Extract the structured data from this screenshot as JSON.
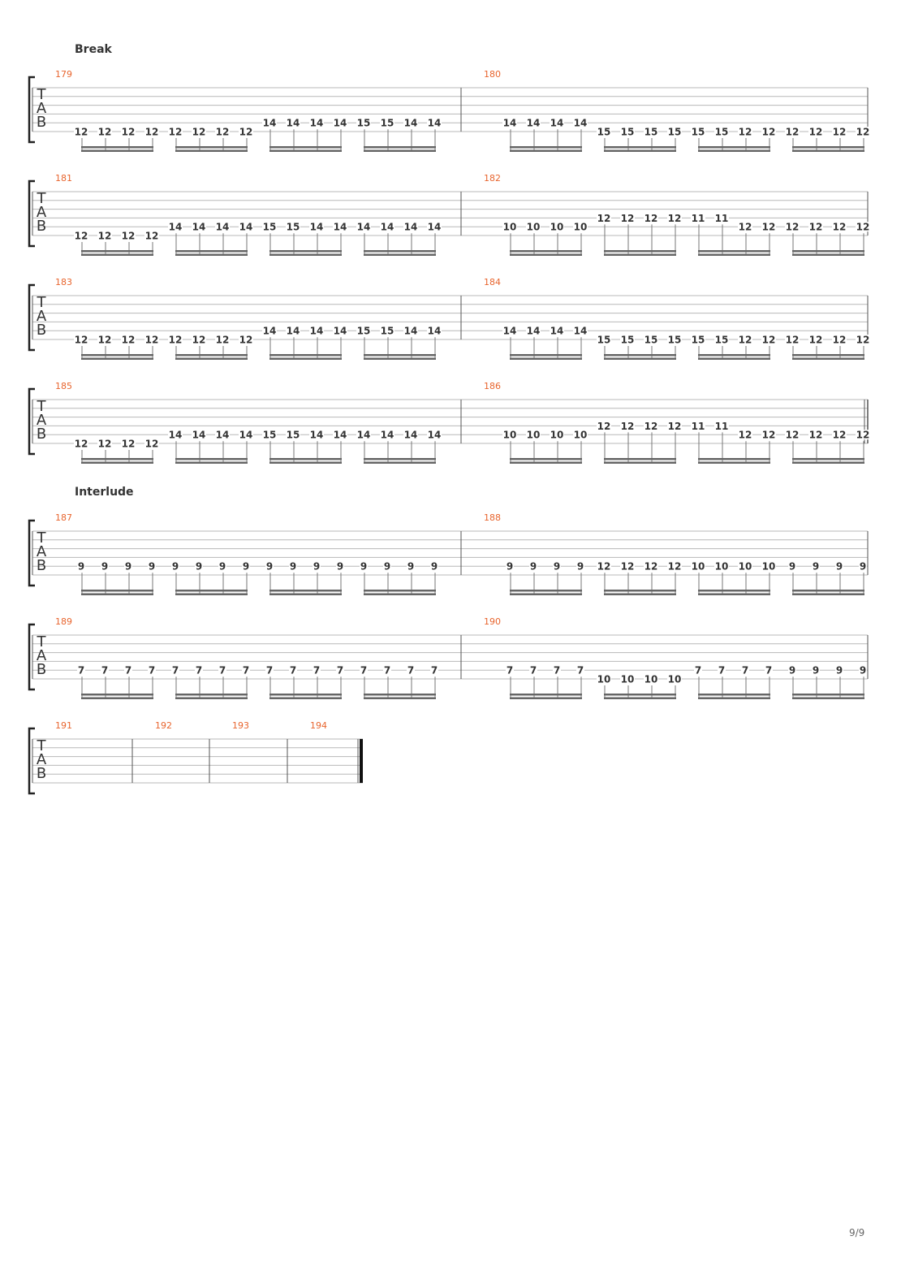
{
  "sections": [
    {
      "label": "Break"
    },
    {
      "label": "Interlude"
    }
  ],
  "tab_clef": [
    "T",
    "A",
    "B"
  ],
  "colors": {
    "measure_number": "#e8652e",
    "staff_line": "#b8b8b8",
    "note": "#333333",
    "beam": "#666666"
  },
  "systems": [
    {
      "section": 0,
      "measures": [
        {
          "number": "179",
          "groups": [
            [
              [
                6,
                "12"
              ],
              [
                6,
                "12"
              ],
              [
                6,
                "12"
              ],
              [
                6,
                "12"
              ]
            ],
            [
              [
                6,
                "12"
              ],
              [
                6,
                "12"
              ],
              [
                6,
                "12"
              ],
              [
                6,
                "12"
              ]
            ],
            [
              [
                5,
                "14"
              ],
              [
                5,
                "14"
              ],
              [
                5,
                "14"
              ],
              [
                5,
                "14"
              ]
            ],
            [
              [
                5,
                "15"
              ],
              [
                5,
                "15"
              ],
              [
                5,
                "14"
              ],
              [
                5,
                "14"
              ]
            ]
          ]
        },
        {
          "number": "180",
          "groups": [
            [
              [
                5,
                "14"
              ],
              [
                5,
                "14"
              ],
              [
                5,
                "14"
              ],
              [
                5,
                "14"
              ]
            ],
            [
              [
                6,
                "15"
              ],
              [
                6,
                "15"
              ],
              [
                6,
                "15"
              ],
              [
                6,
                "15"
              ]
            ],
            [
              [
                6,
                "15"
              ],
              [
                6,
                "15"
              ],
              [
                6,
                "12"
              ],
              [
                6,
                "12"
              ]
            ],
            [
              [
                6,
                "12"
              ],
              [
                6,
                "12"
              ],
              [
                6,
                "12"
              ],
              [
                6,
                "12"
              ]
            ]
          ]
        }
      ],
      "end": "single"
    },
    {
      "measures": [
        {
          "number": "181",
          "groups": [
            [
              [
                6,
                "12"
              ],
              [
                6,
                "12"
              ],
              [
                6,
                "12"
              ],
              [
                6,
                "12"
              ]
            ],
            [
              [
                5,
                "14"
              ],
              [
                5,
                "14"
              ],
              [
                5,
                "14"
              ],
              [
                5,
                "14"
              ]
            ],
            [
              [
                5,
                "15"
              ],
              [
                5,
                "15"
              ],
              [
                5,
                "14"
              ],
              [
                5,
                "14"
              ]
            ],
            [
              [
                5,
                "14"
              ],
              [
                5,
                "14"
              ],
              [
                5,
                "14"
              ],
              [
                5,
                "14"
              ]
            ]
          ]
        },
        {
          "number": "182",
          "groups": [
            [
              [
                5,
                "10"
              ],
              [
                5,
                "10"
              ],
              [
                5,
                "10"
              ],
              [
                5,
                "10"
              ]
            ],
            [
              [
                4,
                "12"
              ],
              [
                4,
                "12"
              ],
              [
                4,
                "12"
              ],
              [
                4,
                "12"
              ]
            ],
            [
              [
                4,
                "11"
              ],
              [
                4,
                "11"
              ],
              [
                5,
                "12"
              ],
              [
                5,
                "12"
              ]
            ],
            [
              [
                5,
                "12"
              ],
              [
                5,
                "12"
              ],
              [
                5,
                "12"
              ],
              [
                5,
                "12"
              ]
            ]
          ]
        }
      ],
      "end": "single"
    },
    {
      "measures": [
        {
          "number": "183",
          "groups": [
            [
              [
                6,
                "12"
              ],
              [
                6,
                "12"
              ],
              [
                6,
                "12"
              ],
              [
                6,
                "12"
              ]
            ],
            [
              [
                6,
                "12"
              ],
              [
                6,
                "12"
              ],
              [
                6,
                "12"
              ],
              [
                6,
                "12"
              ]
            ],
            [
              [
                5,
                "14"
              ],
              [
                5,
                "14"
              ],
              [
                5,
                "14"
              ],
              [
                5,
                "14"
              ]
            ],
            [
              [
                5,
                "15"
              ],
              [
                5,
                "15"
              ],
              [
                5,
                "14"
              ],
              [
                5,
                "14"
              ]
            ]
          ]
        },
        {
          "number": "184",
          "groups": [
            [
              [
                5,
                "14"
              ],
              [
                5,
                "14"
              ],
              [
                5,
                "14"
              ],
              [
                5,
                "14"
              ]
            ],
            [
              [
                6,
                "15"
              ],
              [
                6,
                "15"
              ],
              [
                6,
                "15"
              ],
              [
                6,
                "15"
              ]
            ],
            [
              [
                6,
                "15"
              ],
              [
                6,
                "15"
              ],
              [
                6,
                "12"
              ],
              [
                6,
                "12"
              ]
            ],
            [
              [
                6,
                "12"
              ],
              [
                6,
                "12"
              ],
              [
                6,
                "12"
              ],
              [
                6,
                "12"
              ]
            ]
          ]
        }
      ],
      "end": "single"
    },
    {
      "measures": [
        {
          "number": "185",
          "groups": [
            [
              [
                6,
                "12"
              ],
              [
                6,
                "12"
              ],
              [
                6,
                "12"
              ],
              [
                6,
                "12"
              ]
            ],
            [
              [
                5,
                "14"
              ],
              [
                5,
                "14"
              ],
              [
                5,
                "14"
              ],
              [
                5,
                "14"
              ]
            ],
            [
              [
                5,
                "15"
              ],
              [
                5,
                "15"
              ],
              [
                5,
                "14"
              ],
              [
                5,
                "14"
              ]
            ],
            [
              [
                5,
                "14"
              ],
              [
                5,
                "14"
              ],
              [
                5,
                "14"
              ],
              [
                5,
                "14"
              ]
            ]
          ]
        },
        {
          "number": "186",
          "groups": [
            [
              [
                5,
                "10"
              ],
              [
                5,
                "10"
              ],
              [
                5,
                "10"
              ],
              [
                5,
                "10"
              ]
            ],
            [
              [
                4,
                "12"
              ],
              [
                4,
                "12"
              ],
              [
                4,
                "12"
              ],
              [
                4,
                "12"
              ]
            ],
            [
              [
                4,
                "11"
              ],
              [
                4,
                "11"
              ],
              [
                5,
                "12"
              ],
              [
                5,
                "12"
              ]
            ],
            [
              [
                5,
                "12"
              ],
              [
                5,
                "12"
              ],
              [
                5,
                "12"
              ],
              [
                5,
                "12"
              ]
            ]
          ]
        }
      ],
      "end": "double"
    },
    {
      "section": 1,
      "measures": [
        {
          "number": "187",
          "groups": [
            [
              [
                5,
                "9"
              ],
              [
                5,
                "9"
              ],
              [
                5,
                "9"
              ],
              [
                5,
                "9"
              ]
            ],
            [
              [
                5,
                "9"
              ],
              [
                5,
                "9"
              ],
              [
                5,
                "9"
              ],
              [
                5,
                "9"
              ]
            ],
            [
              [
                5,
                "9"
              ],
              [
                5,
                "9"
              ],
              [
                5,
                "9"
              ],
              [
                5,
                "9"
              ]
            ],
            [
              [
                5,
                "9"
              ],
              [
                5,
                "9"
              ],
              [
                5,
                "9"
              ],
              [
                5,
                "9"
              ]
            ]
          ]
        },
        {
          "number": "188",
          "groups": [
            [
              [
                5,
                "9"
              ],
              [
                5,
                "9"
              ],
              [
                5,
                "9"
              ],
              [
                5,
                "9"
              ]
            ],
            [
              [
                5,
                "12"
              ],
              [
                5,
                "12"
              ],
              [
                5,
                "12"
              ],
              [
                5,
                "12"
              ]
            ],
            [
              [
                5,
                "10"
              ],
              [
                5,
                "10"
              ],
              [
                5,
                "10"
              ],
              [
                5,
                "10"
              ]
            ],
            [
              [
                5,
                "9"
              ],
              [
                5,
                "9"
              ],
              [
                5,
                "9"
              ],
              [
                5,
                "9"
              ]
            ]
          ]
        }
      ],
      "end": "single"
    },
    {
      "measures": [
        {
          "number": "189",
          "groups": [
            [
              [
                5,
                "7"
              ],
              [
                5,
                "7"
              ],
              [
                5,
                "7"
              ],
              [
                5,
                "7"
              ]
            ],
            [
              [
                5,
                "7"
              ],
              [
                5,
                "7"
              ],
              [
                5,
                "7"
              ],
              [
                5,
                "7"
              ]
            ],
            [
              [
                5,
                "7"
              ],
              [
                5,
                "7"
              ],
              [
                5,
                "7"
              ],
              [
                5,
                "7"
              ]
            ],
            [
              [
                5,
                "7"
              ],
              [
                5,
                "7"
              ],
              [
                5,
                "7"
              ],
              [
                5,
                "7"
              ]
            ]
          ]
        },
        {
          "number": "190",
          "groups": [
            [
              [
                5,
                "7"
              ],
              [
                5,
                "7"
              ],
              [
                5,
                "7"
              ],
              [
                5,
                "7"
              ]
            ],
            [
              [
                6,
                "10"
              ],
              [
                6,
                "10"
              ],
              [
                6,
                "10"
              ],
              [
                6,
                "10"
              ]
            ],
            [
              [
                5,
                "7"
              ],
              [
                5,
                "7"
              ],
              [
                5,
                "7"
              ],
              [
                5,
                "7"
              ]
            ],
            [
              [
                5,
                "9"
              ],
              [
                5,
                "9"
              ],
              [
                5,
                "9"
              ],
              [
                5,
                "9"
              ]
            ]
          ]
        }
      ],
      "end": "single"
    },
    {
      "measures": [
        {
          "number": "191",
          "groups": []
        },
        {
          "number": "192",
          "groups": []
        },
        {
          "number": "193",
          "groups": []
        },
        {
          "number": "194",
          "groups": []
        }
      ],
      "end": "final"
    }
  ],
  "page_number": "9/9"
}
